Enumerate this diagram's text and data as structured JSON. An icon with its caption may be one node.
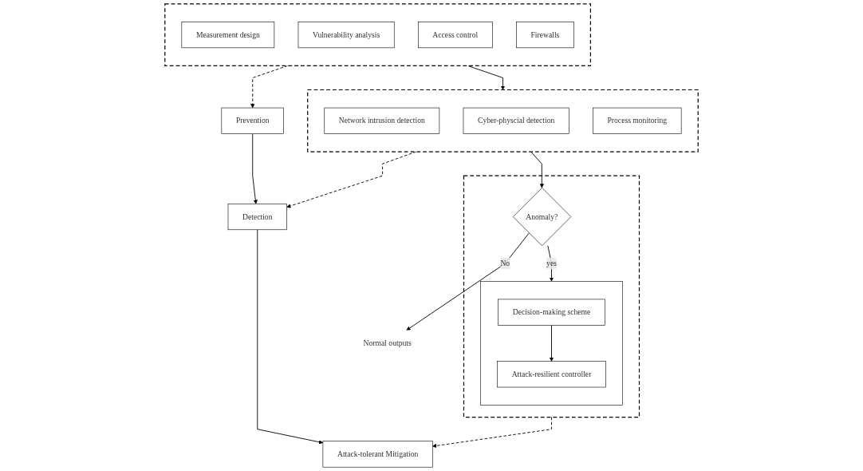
{
  "diagram": {
    "nodes": [
      {
        "text": [
          "Prevention"
        ]
      },
      {
        "text": [
          "Detection"
        ]
      },
      {
        "text": [
          "Attack-tolerant Mitigation"
        ]
      },
      {
        "text": [],
        "shape": "box"
      },
      {
        "text": [
          "Measurement design"
        ],
        "in": 3
      },
      {
        "text": [
          "Vulnerability analysis"
        ],
        "in": 3
      },
      {
        "text": [
          "Access control"
        ],
        "in": 3
      },
      {
        "text": [
          "Firewalls"
        ],
        "in": 3
      },
      {
        "text": [],
        "shape": "box"
      },
      {
        "text": [
          "Network intrusion detection"
        ],
        "in": 8
      },
      {
        "text": [
          "Cyber-physcial detection"
        ],
        "in": 8
      },
      {
        "text": [
          "Process monitoring"
        ],
        "in": 8
      },
      {
        "text": [],
        "shape": "box"
      },
      {
        "text": [
          "Anomaly?"
        ],
        "in": 12
      },
      {
        "text": [],
        "shape": "box",
        "in": 12
      },
      {
        "text": [
          "Decision-making scheme"
        ],
        "in": 14
      },
      {
        "text": [
          "Attack-resilient controller"
        ],
        "in": 14
      },
      {
        "text": [
          "Normal outputs"
        ]
      }
    ],
    "edges": [
      {
        "from": 0,
        "to": 1,
        "arrow": "to"
      },
      {
        "from": 1,
        "to": 2,
        "arrow": "to"
      },
      {
        "from": 3,
        "to": 0,
        "arrow": "to",
        "style": "dashed"
      },
      {
        "from": 8,
        "to": 1,
        "arrow": "to",
        "style": "dashed"
      },
      {
        "from": 12,
        "to": 2,
        "arrow": "to",
        "style": "dashed"
      },
      {
        "from": 3,
        "to": 8,
        "arrow": "to"
      },
      {
        "from": 8,
        "to": 13,
        "arrow": "to"
      },
      {
        "from": 13,
        "to": 17,
        "label": "No",
        "arrow": "to"
      },
      {
        "from": 13,
        "to": 14,
        "label": "yes",
        "arrow": "to"
      },
      {
        "from": 15,
        "to": 16,
        "arrow": "to"
      }
    ]
  }
}
